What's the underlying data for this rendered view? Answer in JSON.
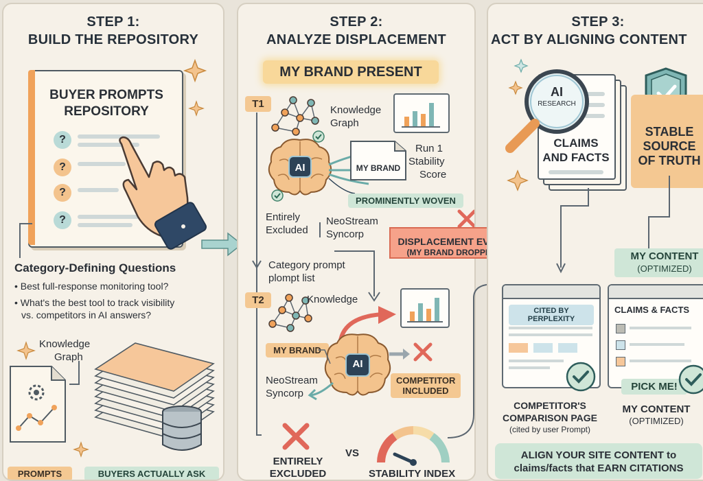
{
  "step1": {
    "title_line1": "STEP 1:",
    "title_line2": "BUILD THE REPOSITORY",
    "doc_title_line1": "BUYER PROMPTS",
    "doc_title_line2": "REPOSITORY",
    "question_mark": "?",
    "heading": "Category-Defining Questions",
    "bullet1": "• Best full-response monitoring tool?",
    "bullet2_line1": "• What's the best tool to track visibility",
    "bullet2_line2": "vs. competitors in AI answers?",
    "kg_line1": "Knowledge",
    "kg_line2": "Graph",
    "tag_prompts": "PROMPTS",
    "tag_buyers": "BUYERS ACTUALLY ASK"
  },
  "step2": {
    "title_line1": "STEP 2:",
    "title_line2": "ANALYZE DISPLACEMENT",
    "banner": "MY BRAND PRESENT",
    "t1": "T1",
    "t2": "T2",
    "kg_line1": "Knowledge",
    "kg_line2": "Graph",
    "ai": "AI",
    "my_brand": "MY BRAND",
    "run_line1": "Run 1",
    "run_line2": "Stability",
    "run_line3": "Score",
    "prominently": "PROMINENTLY WOVEN",
    "excluded_line1": "Entirely",
    "excluded_line2": "Excluded",
    "neo_line1": "NeoStream",
    "neo_line2": "Syncorp",
    "displacement_line1": "DISPLACEMENT EVENT",
    "displacement_line2": "(MY BRAND DROPPED)",
    "cat_line1": "Category prompt",
    "cat_line2": "plompt list",
    "knowledge2": "Knowledge",
    "my_brand_tag": "MY BRAND",
    "ai2": "AI",
    "competitor_line1": "COMPETITOR",
    "competitor_line2": "INCLUDED",
    "neo2_line1": "NeoStream",
    "neo2_line2": "Syncorp",
    "entirely2_line1": "ENTIRELY",
    "entirely2_line2": "EXCLUDED",
    "vs": "VS",
    "stability_index": "STABILITY INDEX"
  },
  "step3": {
    "title_line1": "STEP 3:",
    "title_line2": "ACT BY ALIGNING CONTENT",
    "ai_research_line1": "AI",
    "ai_research_line2": "RESEARCH",
    "claims_line1": "CLAIMS",
    "claims_line2": "AND FACTS",
    "stable_line1": "STABLE",
    "stable_line2": "SOURCE",
    "stable_line3": "OF TRUTH",
    "my_content_opt_line1": "MY CONTENT",
    "my_content_opt_line2": "(OPTIMIZED)",
    "cited_perplexity": "CITED BY PERPLEXITY",
    "claims_facts": "CLAIMS & FACTS",
    "pick_me": "PICK ME!",
    "competitor_page_line1": "COMPETITOR'S",
    "competitor_page_line2": "COMPARISON PAGE",
    "competitor_page_line3": "(cited by user Prompt)",
    "my_content_line1": "MY CONTENT",
    "my_content_line2": "(OPTIMIZED)",
    "footer_line1": "ALIGN YOUR SITE CONTENT to",
    "footer_line2": "claims/facts that EARN CITATIONS"
  },
  "colors": {
    "panel": "#f6f1e8",
    "orange": "#f4c892",
    "green": "#cfe6d7",
    "teal": "#7fb6b4",
    "red": "#e0685a",
    "navy": "#2c4256"
  },
  "icons": [
    "sparkle-icon",
    "pointing-hand-icon",
    "gear-icon",
    "database-icon",
    "network-graph-icon",
    "bar-chart-icon",
    "brain-ai-icon",
    "check-icon",
    "cross-icon",
    "magnifier-icon",
    "shield-check-icon",
    "gauge-icon",
    "arrow-icon"
  ]
}
